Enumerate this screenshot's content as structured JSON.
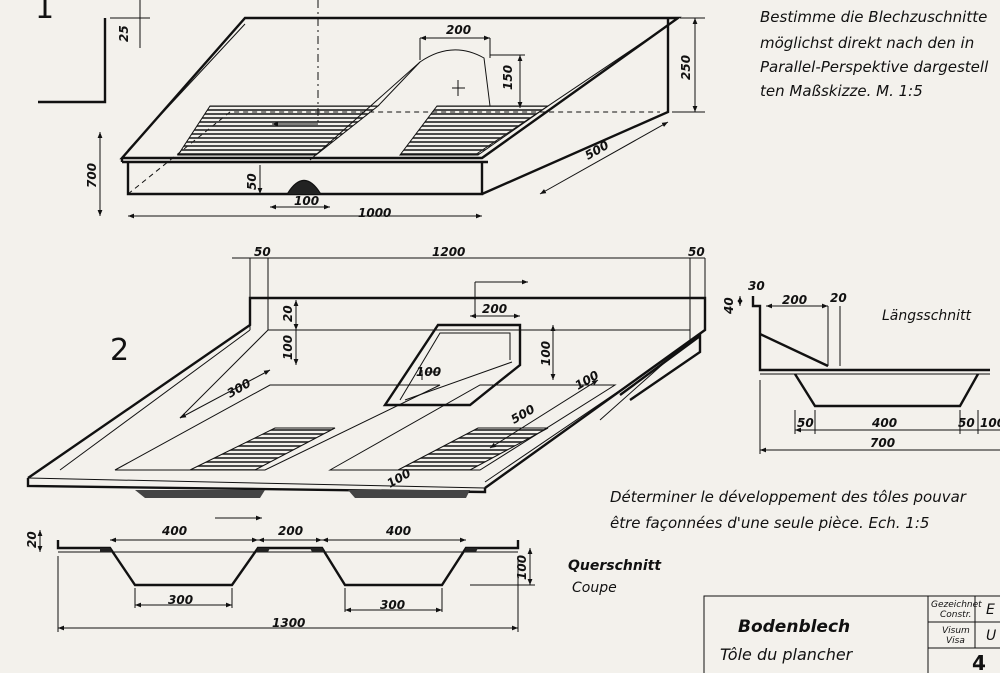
{
  "instructions": {
    "de": [
      "Bestimme die Blechzuschnitte",
      "möglichst direkt nach den in",
      "Parallel-Perspektive dargestell",
      "ten Maßskizze.       M. 1:5"
    ],
    "fr": [
      "Déterminer le développement des tôles pouvar",
      "être façonnées d'une seule pièce.   Ech. 1:5"
    ]
  },
  "figures": {
    "fig1": "1",
    "fig2": "2"
  },
  "section_labels": {
    "laengsschnitt": "Längsschnitt",
    "querschnitt": "Querschnitt",
    "coupe": "Coupe"
  },
  "dims_fig1": {
    "d25": "25",
    "d200": "200",
    "d150": "150",
    "d250": "250",
    "d500": "500",
    "d700": "700",
    "d50": "50",
    "d100": "100",
    "d1000": "1000"
  },
  "dims_fig2": {
    "d50a": "50",
    "d1200": "1200",
    "d50b": "50",
    "d20": "20",
    "d100a": "100",
    "d200": "200",
    "d100b": "100",
    "d300": "300",
    "d100c": "100",
    "d100d": "100",
    "d500": "500",
    "d100e": "100"
  },
  "dims_long": {
    "d40": "40",
    "d30": "30",
    "d200": "200",
    "d20": "20",
    "d50": "50",
    "d400": "400",
    "d50b": "50",
    "d100": "100",
    "d700": "700"
  },
  "dims_cross": {
    "d20": "20",
    "d400a": "400",
    "d200": "200",
    "d400b": "400",
    "d100": "100",
    "d300a": "300",
    "d300b": "300",
    "d1300": "1300"
  },
  "title_block": {
    "title_de": "Bodenblech",
    "title_fr": "Tôle du plancher",
    "drawn_label_1": "Gezeichnet",
    "drawn_label_2": "Constr.",
    "visum_label_1": "Visum",
    "visum_label_2": "Visa",
    "drawn_value": "E",
    "visum_value": "U",
    "sheet_number": "4"
  }
}
